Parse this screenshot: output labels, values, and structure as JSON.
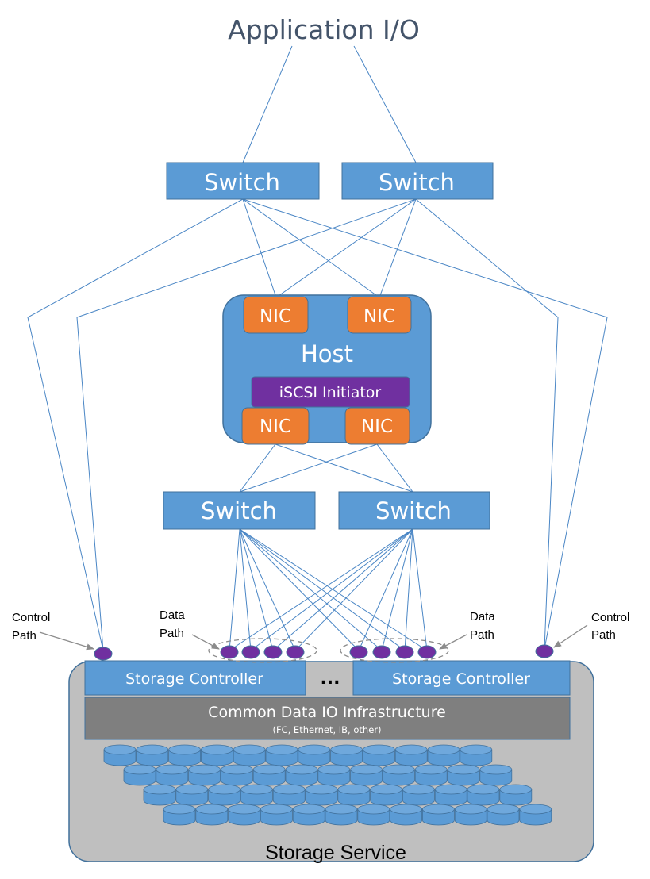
{
  "title": "Application I/O",
  "top_switches": [
    "Switch",
    "Switch"
  ],
  "host": {
    "label": "Host",
    "top_nics": [
      "NIC",
      "NIC"
    ],
    "initiator": "iSCSI Initiator",
    "bottom_nics": [
      "NIC",
      "NIC"
    ]
  },
  "bottom_switches": [
    "Switch",
    "Switch"
  ],
  "annotations": {
    "left_control": [
      "Control",
      "Path"
    ],
    "left_data": [
      "Data",
      "Path"
    ],
    "right_data": [
      "Data",
      "Path"
    ],
    "right_control": [
      "Control",
      "Path"
    ]
  },
  "storage": {
    "controllers": [
      "Storage Controller",
      "Storage Controller"
    ],
    "ellipsis": "...",
    "infrastructure": "Common Data IO Infrastructure",
    "infrastructure_sub": "(FC, Ethernet, IB, other)",
    "service_label": "Storage Service"
  },
  "colors": {
    "blue": "#5b9bd5",
    "orange": "#ed7d31",
    "purple": "#7030a0",
    "gray_bg": "#bfbfbf",
    "infra_gray": "#7f7f7f",
    "title_text": "#44546a",
    "line": "#2e75b6"
  }
}
